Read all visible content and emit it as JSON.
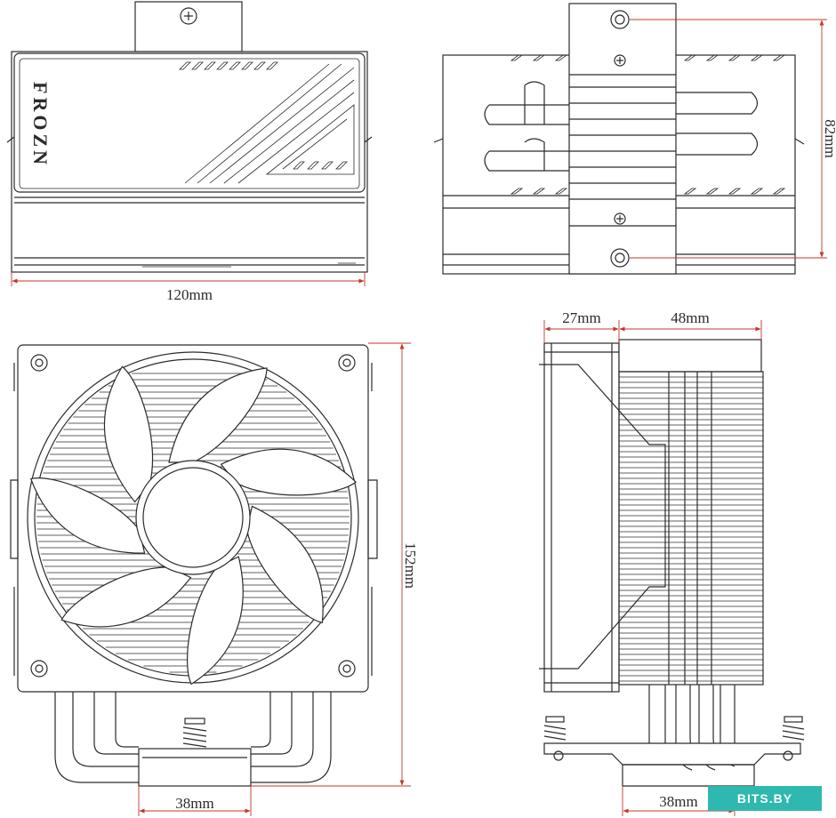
{
  "brand": "FROZN",
  "colors": {
    "dimension": "#c0392b",
    "outline": "#2b2b2b",
    "watermark_bg": "#2fb8b0"
  },
  "dimensions": {
    "front_width": "120mm",
    "side_height": "82mm",
    "fan_depth": "27mm",
    "heatsink_depth": "48mm",
    "total_height": "152mm",
    "base_width_left": "38mm",
    "base_width_right": "38mm"
  },
  "watermark": "BITS.BY"
}
